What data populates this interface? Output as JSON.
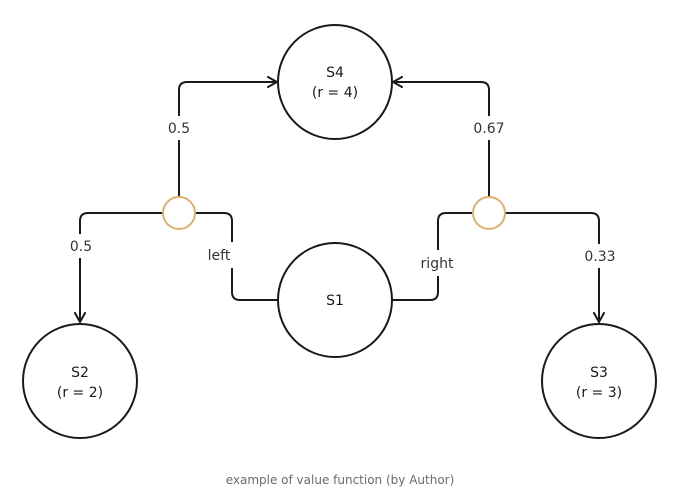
{
  "nodes": {
    "s1": {
      "name": "S1"
    },
    "s2": {
      "name": "S2",
      "reward": "(r = 2)"
    },
    "s3": {
      "name": "S3",
      "reward": "(r = 3)"
    },
    "s4": {
      "name": "S4",
      "reward": "(r = 4)"
    }
  },
  "actions": {
    "left": {
      "label": "left",
      "prob_to_s4": "0.5",
      "prob_to_s2": "0.5"
    },
    "right": {
      "label": "right",
      "prob_to_s4": "0.67",
      "prob_to_s3": "0.33"
    }
  },
  "caption": "example of value function (by Author)",
  "colors": {
    "node_stroke": "#1a1a1a",
    "chance_stroke": "#e0b072",
    "caption": "#6b6b6b"
  }
}
